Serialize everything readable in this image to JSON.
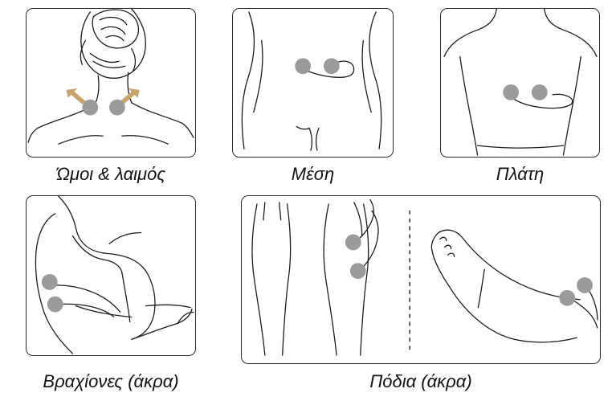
{
  "colors": {
    "pad": "#9b9b9b",
    "arrow": "#c9a46a",
    "outline": "#1a1a1a"
  },
  "panels": [
    {
      "id": "shoulders",
      "caption": "Ώμοι & λαιμός"
    },
    {
      "id": "waist",
      "caption": "Μέση"
    },
    {
      "id": "back",
      "caption": "Πλάτη"
    },
    {
      "id": "arms",
      "caption": "Βραχίονες (άκρα)"
    },
    {
      "id": "legs",
      "caption": "Πόδια (άκρα)"
    }
  ]
}
